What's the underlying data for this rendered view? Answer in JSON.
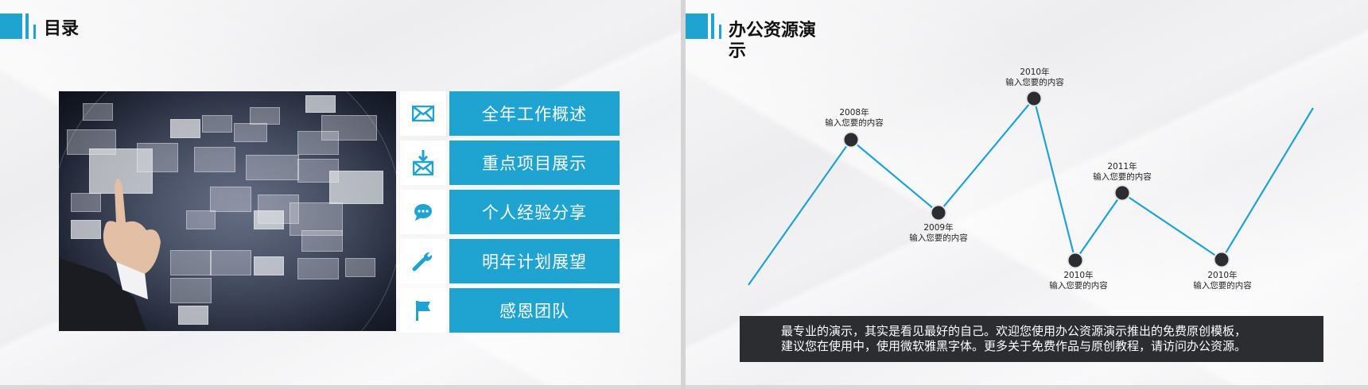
{
  "slides": [
    {
      "title": "目录",
      "menu": [
        {
          "label": "全年工作概述",
          "icon": "envelope-icon"
        },
        {
          "label": "重点项目展示",
          "icon": "download-mail-icon"
        },
        {
          "label": "个人经验分享",
          "icon": "chat-bubble-icon"
        },
        {
          "label": "明年计划展望",
          "icon": "wrench-icon"
        },
        {
          "label": "感恩团队",
          "icon": "flag-icon"
        }
      ],
      "image": "hand-touching-virtual-screens-globe"
    },
    {
      "title_line1": "办公资源演",
      "title_line2": "示",
      "description_line1": "最专业的演示，其实是看见最好的自己。欢迎您使用办公资源演示推出的免费原创模板，",
      "description_line2": "建议您在使用中，使用微软雅黑字体。更多关于免费作品与原创教程，请访问办公资源。"
    }
  ],
  "chart_data": {
    "type": "line",
    "title": "",
    "points": [
      {
        "year": "2008年",
        "text": "输入您要的内容",
        "label_pos": "above"
      },
      {
        "year": "2009年",
        "text": "输入您要的内容",
        "label_pos": "below"
      },
      {
        "year": "2010年",
        "text": "输入您要的内容",
        "label_pos": "above"
      },
      {
        "year": "2010年",
        "text": "输入您要的内容",
        "label_pos": "below"
      },
      {
        "year": "2011年",
        "text": "输入您要的内容",
        "label_pos": "above"
      },
      {
        "year": "2010年",
        "text": "输入您要的内容",
        "label_pos": "below"
      }
    ],
    "relative_height": [
      0.6,
      0.26,
      0.8,
      0.03,
      0.35,
      0.03
    ],
    "line_color": "#1fa3d0",
    "marker_color": "#2b2d31",
    "axes": "none",
    "grid": false
  },
  "colors": {
    "accent": "#1fa3d0",
    "dark": "#2b2d31"
  }
}
